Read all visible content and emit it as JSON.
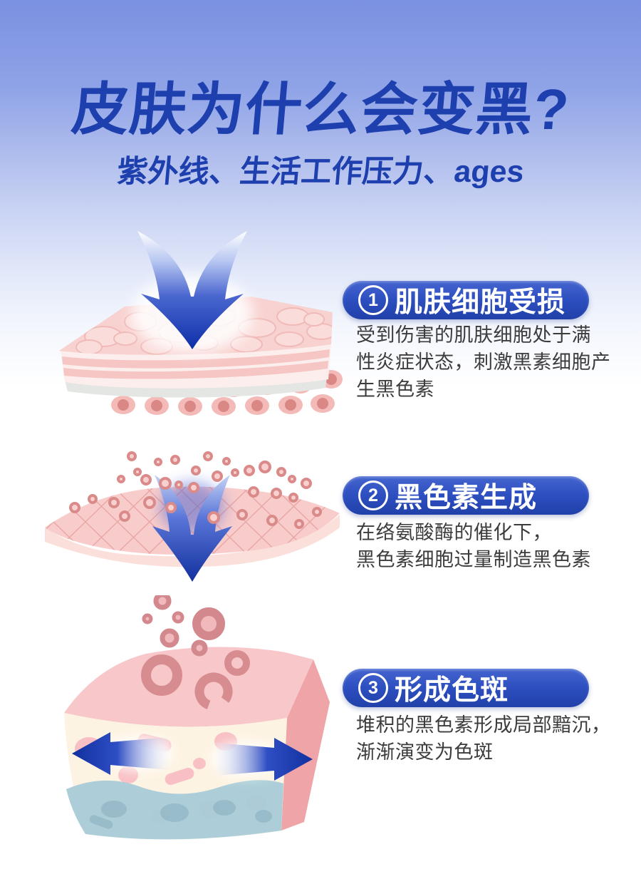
{
  "poster": {
    "title": "皮肤为什么会变黑?",
    "subtitle": "紫外线、生活工作压力、ages",
    "sections": [
      {
        "number": "1",
        "heading": "肌肤细胞受损",
        "body": [
          "受到伤害的肌肤细胞处于满",
          "性炎症状态，刺激黑素细胞产",
          "生黑色素"
        ],
        "illustration": "uv-arrow-damaging-skin-layer"
      },
      {
        "number": "2",
        "heading": "黑色素生成",
        "body": [
          "在络氨酸酶的催化下，",
          "黑色素细胞过量制造黑色素"
        ],
        "illustration": "melanin-granules-through-skin-mesh"
      },
      {
        "number": "3",
        "heading": "形成色斑",
        "body": [
          "堆积的黑色素形成局部黯沉，",
          "渐渐演变为色斑"
        ],
        "illustration": "pigment-spots-spreading-in-skin-block"
      }
    ],
    "colors": {
      "title_blue": "#1e3fae",
      "badge_blue": "#2d4fc0",
      "arrow_blue": "#12309f",
      "skin_pink": "#f8d2d0",
      "melanin_red": "#da8886",
      "dermis_blue": "#a9cbd7",
      "body_text": "#3c3c3c",
      "background_top": "#7b91e1",
      "background_bottom": "#ffffff"
    }
  }
}
